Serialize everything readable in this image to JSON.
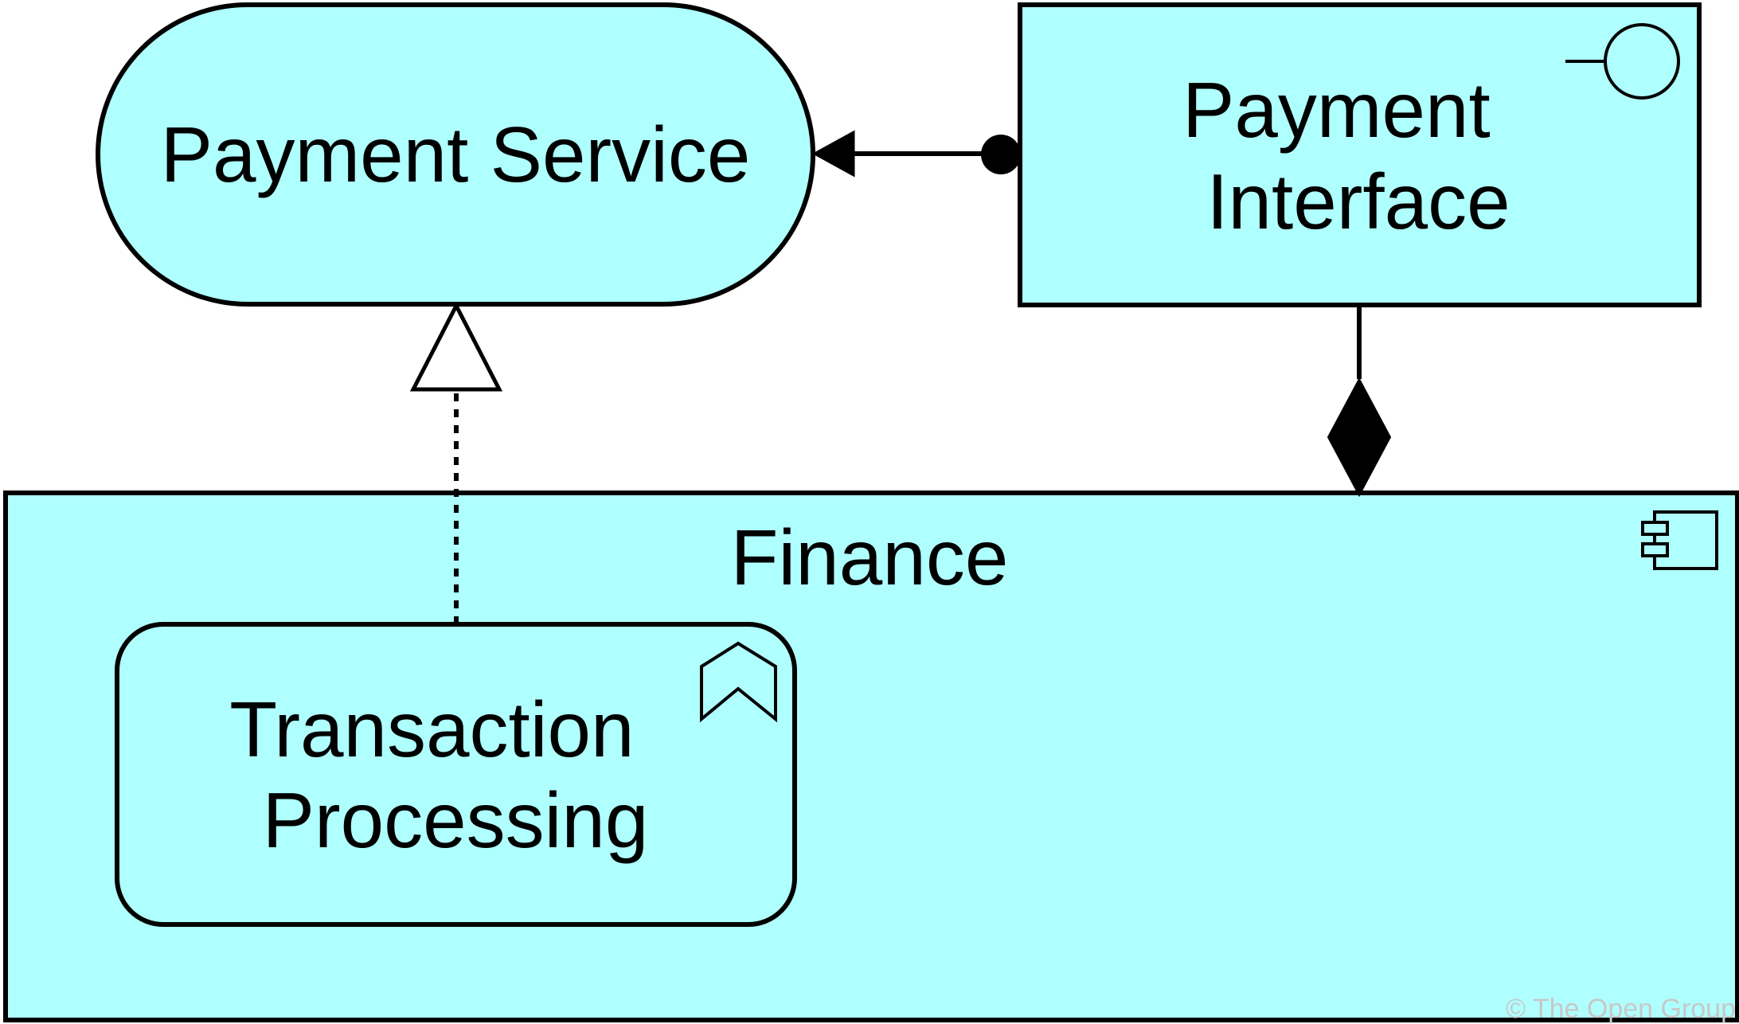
{
  "colors": {
    "element_fill": "#afffff",
    "stroke": "#000000",
    "watermark": "#c8c8c8",
    "background": "#ffffff"
  },
  "elements": {
    "payment_service": {
      "label": "Payment Service",
      "type": "application-service"
    },
    "payment_interface": {
      "label_line1": "Payment",
      "label_line2": "Interface",
      "type": "application-interface",
      "icon": "interface-icon"
    },
    "finance": {
      "label": "Finance",
      "type": "application-component",
      "icon": "component-icon"
    },
    "transaction_processing": {
      "label_line1": "Transaction",
      "label_line2": "Processing",
      "type": "application-function",
      "icon": "function-icon"
    }
  },
  "relationships": [
    {
      "type": "assignment",
      "from": "Payment Interface",
      "to": "Payment Service"
    },
    {
      "type": "realization",
      "from": "Transaction Processing",
      "to": "Payment Service"
    },
    {
      "type": "composition",
      "from": "Finance",
      "to": "Payment Interface"
    }
  ],
  "watermark": "© The Open Group"
}
